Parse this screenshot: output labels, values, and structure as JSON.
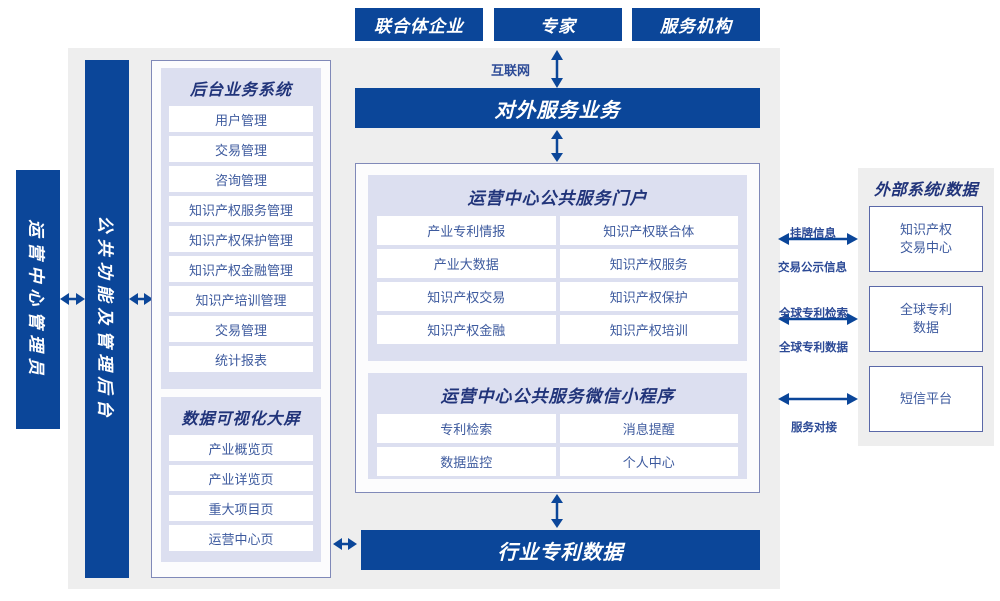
{
  "colors": {
    "brand_blue": "#0b4699",
    "panel_lavender": "#dcdff0",
    "panel_gray": "#eeeeee",
    "border_purple": "#8089b8",
    "text_blue": "#3d5a9e",
    "title_blue": "#21347a"
  },
  "top_actors": [
    {
      "label": "联合体企业"
    },
    {
      "label": "专家"
    },
    {
      "label": "服务机构"
    }
  ],
  "connector_internet": {
    "label": "互联网"
  },
  "external_service_bar": {
    "label": "对外服务业务"
  },
  "left_actor_bar": {
    "label": "运营中心管理员"
  },
  "admin_bar": {
    "label": "公共功能及管理后台"
  },
  "backoffice": {
    "title": "后台业务系统",
    "items": [
      {
        "label": "用户管理"
      },
      {
        "label": "交易管理"
      },
      {
        "label": "咨询管理"
      },
      {
        "label": "知识产权服务管理"
      },
      {
        "label": "知识产权保护管理"
      },
      {
        "label": "知识产权金融管理"
      },
      {
        "label": "知识产培训管理"
      },
      {
        "label": "交易管理"
      },
      {
        "label": "统计报表"
      }
    ]
  },
  "dashboard": {
    "title": "数据可视化大屏",
    "items": [
      {
        "label": "产业概览页"
      },
      {
        "label": "产业详览页"
      },
      {
        "label": "重大项目页"
      },
      {
        "label": "运营中心页"
      }
    ]
  },
  "portal": {
    "title": "运营中心公共服务门户",
    "items": [
      {
        "label": "产业专利情报"
      },
      {
        "label": "知识产权联合体"
      },
      {
        "label": "产业大数据"
      },
      {
        "label": "知识产权服务"
      },
      {
        "label": "知识产权交易"
      },
      {
        "label": "知识产权保护"
      },
      {
        "label": "知识产权金融"
      },
      {
        "label": "知识产权培训"
      }
    ]
  },
  "miniprogram": {
    "title": "运营中心公共服务微信小程序",
    "items": [
      {
        "label": "专利检索"
      },
      {
        "label": "消息提醒"
      },
      {
        "label": "数据监控"
      },
      {
        "label": "个人中心"
      }
    ]
  },
  "industry_data_bar": {
    "label": "行业专利数据"
  },
  "external": {
    "title": "外部系统/数据",
    "items": [
      {
        "label": "知识产权\n交易中心"
      },
      {
        "label": "全球专利\n数据"
      },
      {
        "label": "短信平台"
      }
    ],
    "connector_labels": [
      {
        "top": "挂牌信息",
        "bottom": "交易公示信息"
      },
      {
        "top": "全球专利检索",
        "bottom": "全球专利数据"
      },
      {
        "top": "",
        "bottom": "服务对接"
      }
    ]
  }
}
